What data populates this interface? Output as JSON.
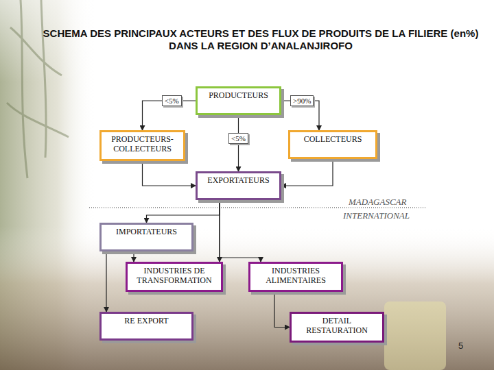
{
  "diagram": {
    "title": "SCHEMA DES PRINCIPAUX ACTEURS ET DES FLUX DE PRODUITS DE LA FILIERE (en%) DANS LA REGION D’ANALANJIROFO",
    "nodes": [
      {
        "text": [
          "PRODUCTEURS"
        ]
      },
      {
        "text": [
          "PRODUCTEURS-COLLECTEURS"
        ]
      },
      {
        "text": [
          "COLLECTEURS"
        ]
      },
      {
        "text": [
          "EXPORTATEURS"
        ]
      },
      {
        "text": [
          "IMPORTATEURS"
        ]
      },
      {
        "text": [
          "INDUSTRIES DE TRANSFORMATION"
        ]
      },
      {
        "text": [
          "INDUSTRIES ALIMENTAIRES"
        ]
      },
      {
        "text": [
          "RE EXPORT"
        ]
      },
      {
        "text": [
          "DETAIL RESTAURATION"
        ]
      }
    ],
    "edges": [
      {
        "from": 0,
        "to": 1,
        "arrow": "to",
        "label": "<5%"
      },
      {
        "from": 0,
        "to": 2,
        "arrow": "to",
        "label": ">90%"
      },
      {
        "from": 0,
        "to": 3,
        "arrow": "to",
        "label": "<5%"
      },
      {
        "from": 1,
        "to": 3,
        "arrow": "to"
      },
      {
        "from": 2,
        "to": 3,
        "arrow": "to"
      },
      {
        "from": 3,
        "to": 4,
        "arrow": "to"
      },
      {
        "from": 3,
        "to": 5,
        "arrow": "to"
      },
      {
        "from": 3,
        "to": 6,
        "arrow": "to"
      },
      {
        "from": 4,
        "to": 5,
        "arrow": "to"
      },
      {
        "from": 4,
        "to": 7,
        "arrow": "to"
      },
      {
        "from": 6,
        "to": 8,
        "arrow": "to"
      }
    ],
    "labels": [
      "MADAGASCAR",
      "INTERNATIONAL",
      "5"
    ]
  }
}
